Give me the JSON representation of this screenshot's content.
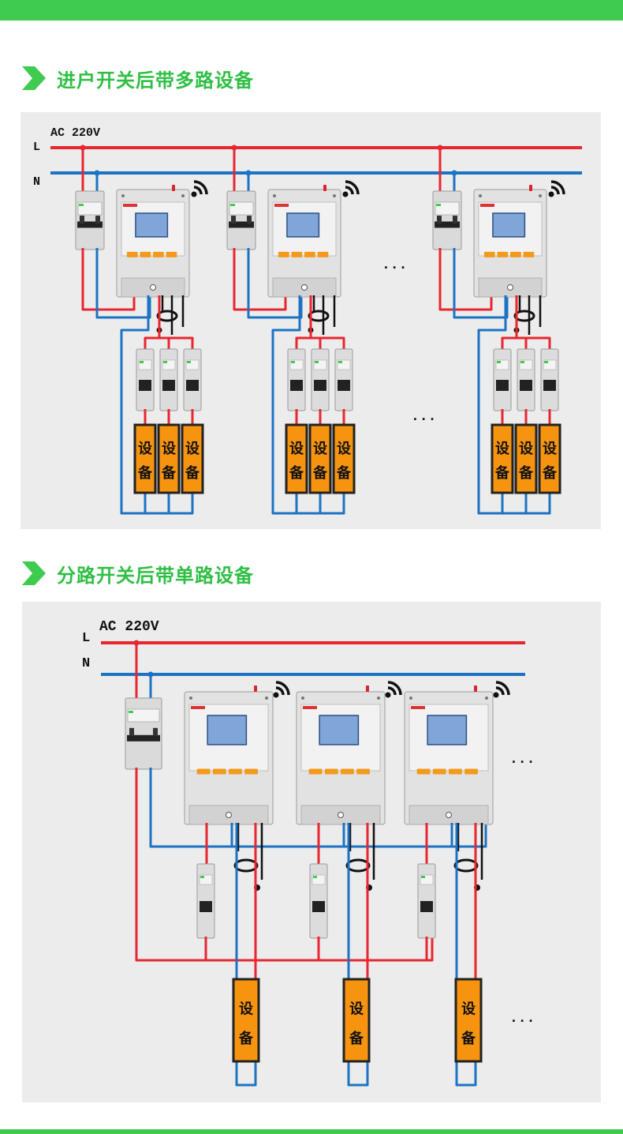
{
  "section1": {
    "title": "进户开关后带多路设备"
  },
  "section2": {
    "title": "分路开关后带单路设备"
  },
  "diagram1": {
    "supply": "AC 220V",
    "live_label": "L",
    "neutral_label": "N",
    "device_label_top": "设",
    "device_label_bottom": "备",
    "ellipsis": "..."
  },
  "diagram2": {
    "supply": "AC 220V",
    "live_label": "L",
    "neutral_label": "N",
    "device_label_top": "设",
    "device_label_bottom": "备",
    "ellipsis": "..."
  },
  "colors": {
    "accent_green": "#3ecb4f",
    "live_wire": "#e8262f",
    "neutral_wire": "#1c73c4",
    "device_fill": "#f7940f"
  }
}
